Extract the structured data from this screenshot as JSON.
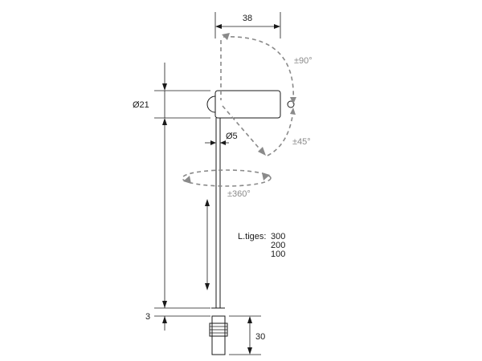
{
  "dimensions": {
    "width": "38",
    "head_diameter": "Ø21",
    "rod_diameter": "Ø5",
    "gap": "3",
    "thread_length": "30"
  },
  "angles": {
    "tilt_up": "±90°",
    "tilt_down": "±45°",
    "rotation": "±360°"
  },
  "rod_lengths": {
    "label": "L.tiges:",
    "values": [
      "300",
      "200",
      "100"
    ]
  },
  "colors": {
    "line": "#1a1a1a",
    "angle_indicator": "#8a8a8a"
  }
}
